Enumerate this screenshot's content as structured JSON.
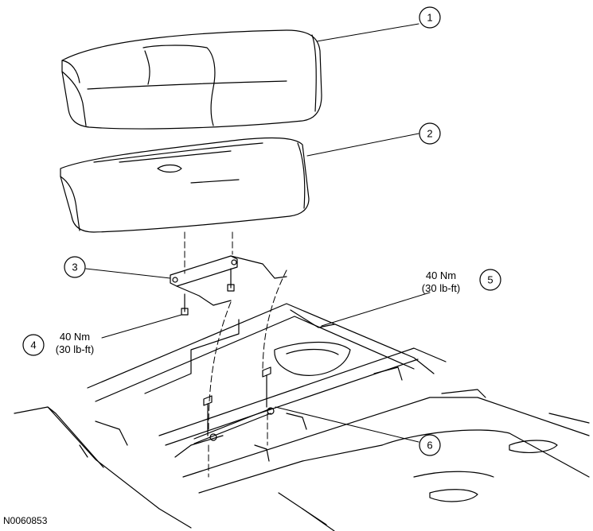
{
  "callouts": [
    {
      "number": "1"
    },
    {
      "number": "2"
    },
    {
      "number": "3"
    },
    {
      "number": "4",
      "torque_nm": "40 Nm",
      "torque_lbft": "(30 lb-ft)"
    },
    {
      "number": "5",
      "torque_nm": "40 Nm",
      "torque_lbft": "(30 lb-ft)"
    },
    {
      "number": "6"
    }
  ],
  "figure_id": "N0060853"
}
